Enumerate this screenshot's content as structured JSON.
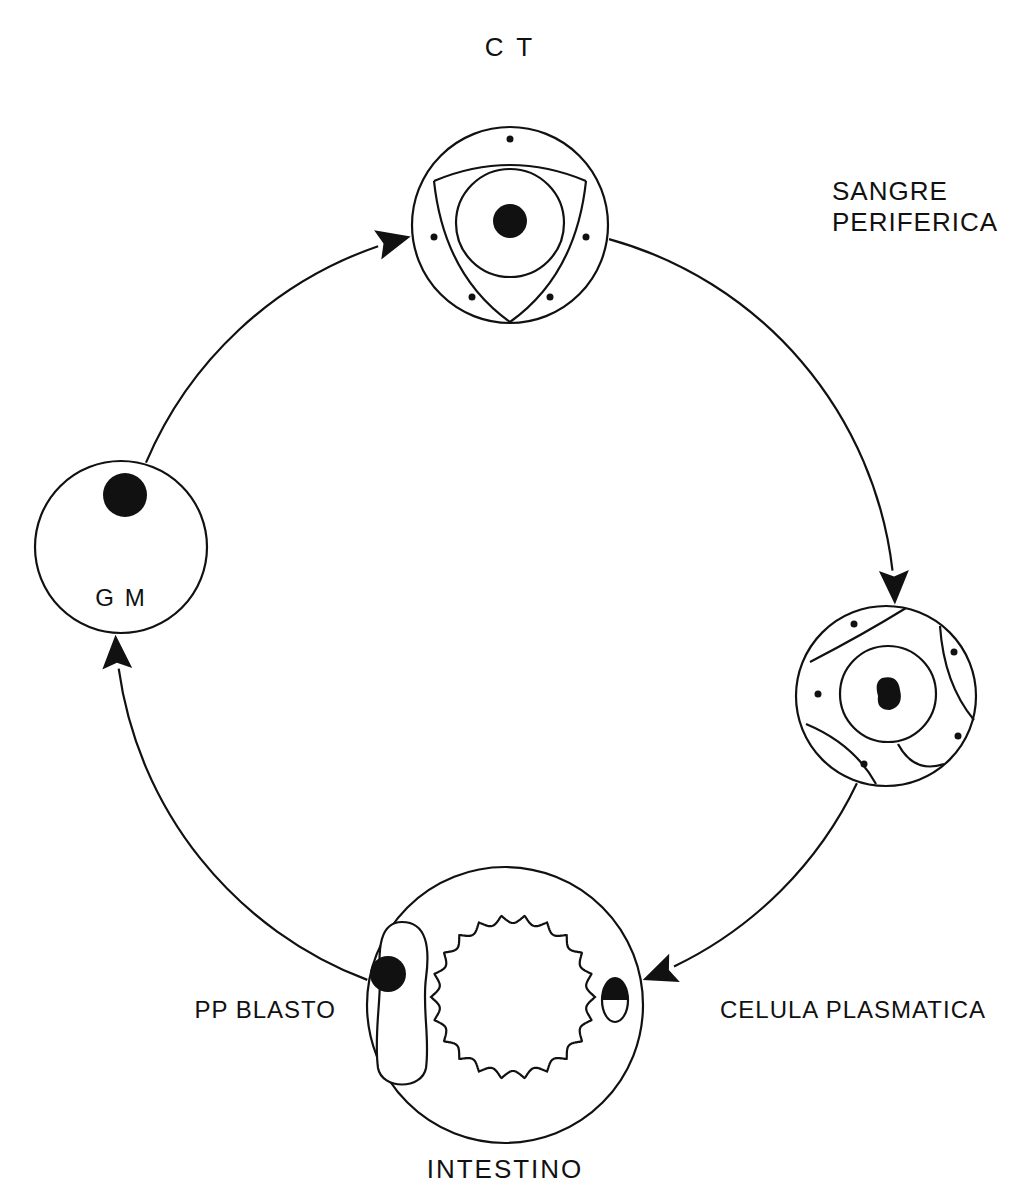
{
  "diagram": {
    "nodes": [
      {
        "text": [
          "C T"
        ]
      },
      {
        "text": [
          "SANGRE PERIFERICA"
        ]
      },
      {
        "text": [
          "INTESTINO"
        ]
      },
      {
        "text": [
          "PP BLASTO"
        ],
        "in": 2
      },
      {
        "text": [
          "CELULA PLASMATICA"
        ],
        "in": 2
      },
      {
        "text": [
          "G M"
        ]
      }
    ],
    "edges": [
      {
        "from": 0,
        "to": 1,
        "arrow": "to"
      },
      {
        "from": 1,
        "to": 2,
        "arrow": "to"
      },
      {
        "from": 2,
        "to": 5,
        "arrow": "to"
      },
      {
        "from": 5,
        "to": 0,
        "arrow": "to"
      }
    ]
  }
}
